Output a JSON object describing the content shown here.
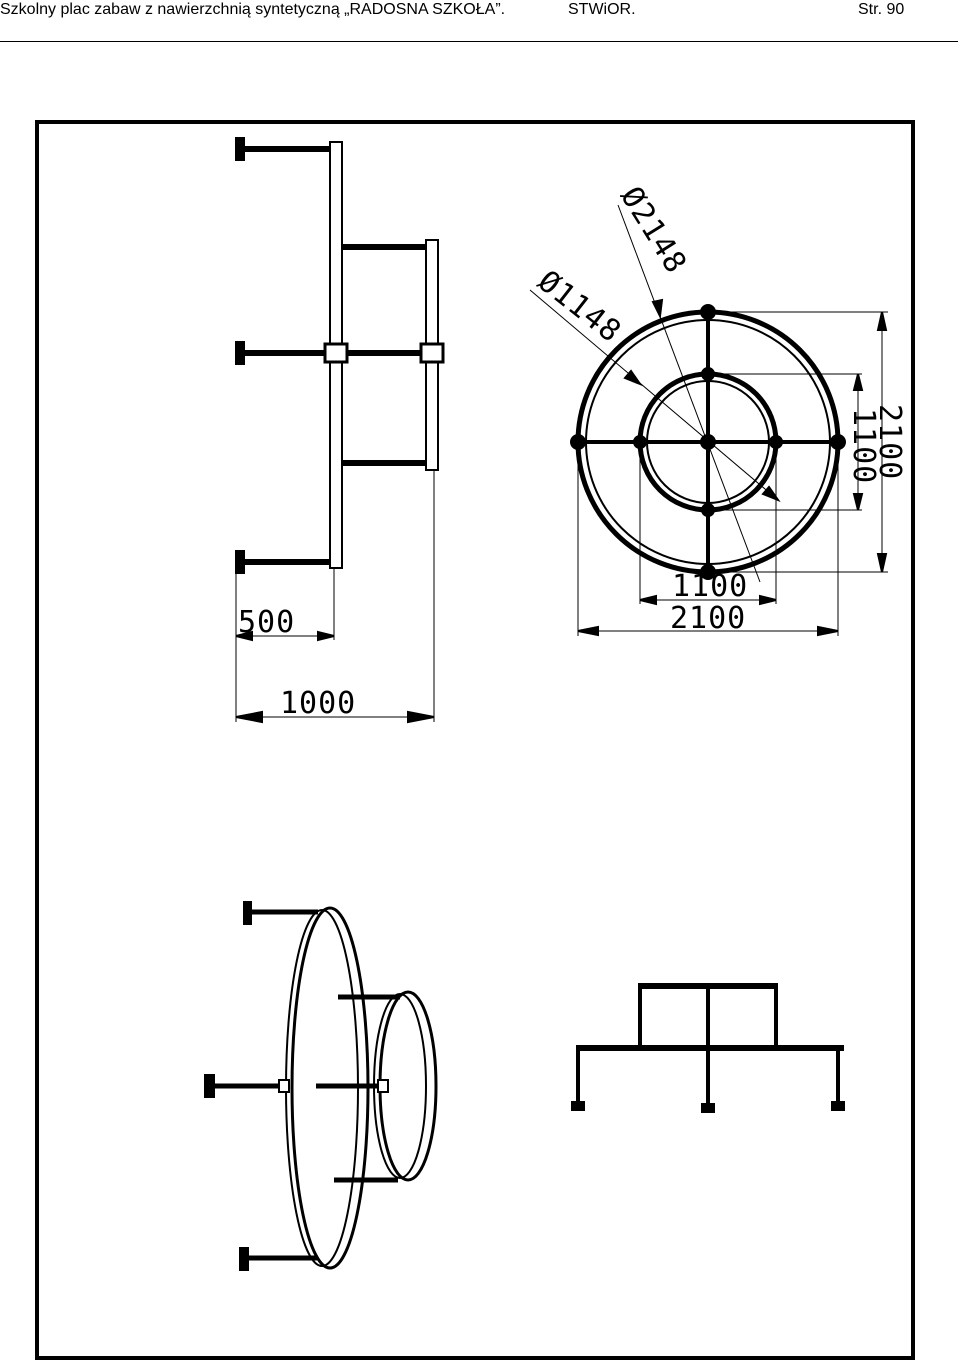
{
  "header": {
    "title": "Szkolny plac zabaw z nawierzchnią syntetyczną „RADOSNA SZKOŁA”.",
    "standard": "STWiOR.",
    "page": "Str. 90"
  },
  "drawing": {
    "dimensions": {
      "d_outer": "Ø2148",
      "d_inner": "Ø1148",
      "w_outer": "2100",
      "w_inner": "1100",
      "h_outer": "2100",
      "h_inner": "1100",
      "side_short": "500",
      "side_long": "1000"
    }
  }
}
